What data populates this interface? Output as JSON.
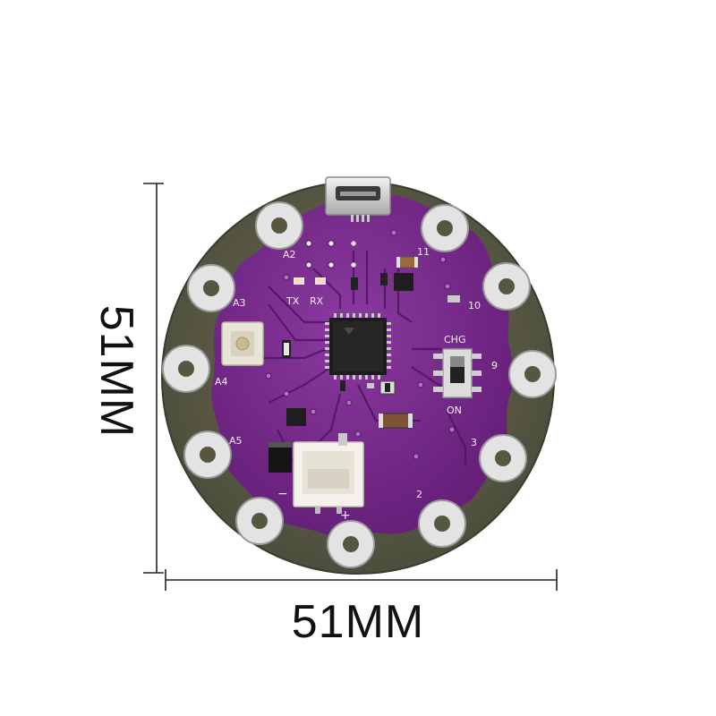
{
  "dimensions": {
    "width_label": "51MM",
    "height_label": "51MM"
  },
  "board": {
    "pad_labels": [
      "A2",
      "A3",
      "A4",
      "A5",
      "11",
      "10",
      "9",
      "3",
      "2"
    ],
    "switch_labels": {
      "top": "CHG",
      "bottom": "ON"
    },
    "led_labels": {
      "tx": "TX",
      "rx": "RX"
    },
    "battery_polarity": {
      "minus": "−",
      "plus": "+"
    }
  },
  "colors": {
    "background": "#ffffff",
    "pcb_purple": "#7a2a8c",
    "pcb_ring": "#5b5b48",
    "pad_silver": "#e2e2e2",
    "chip_black": "#1c1c1c"
  }
}
